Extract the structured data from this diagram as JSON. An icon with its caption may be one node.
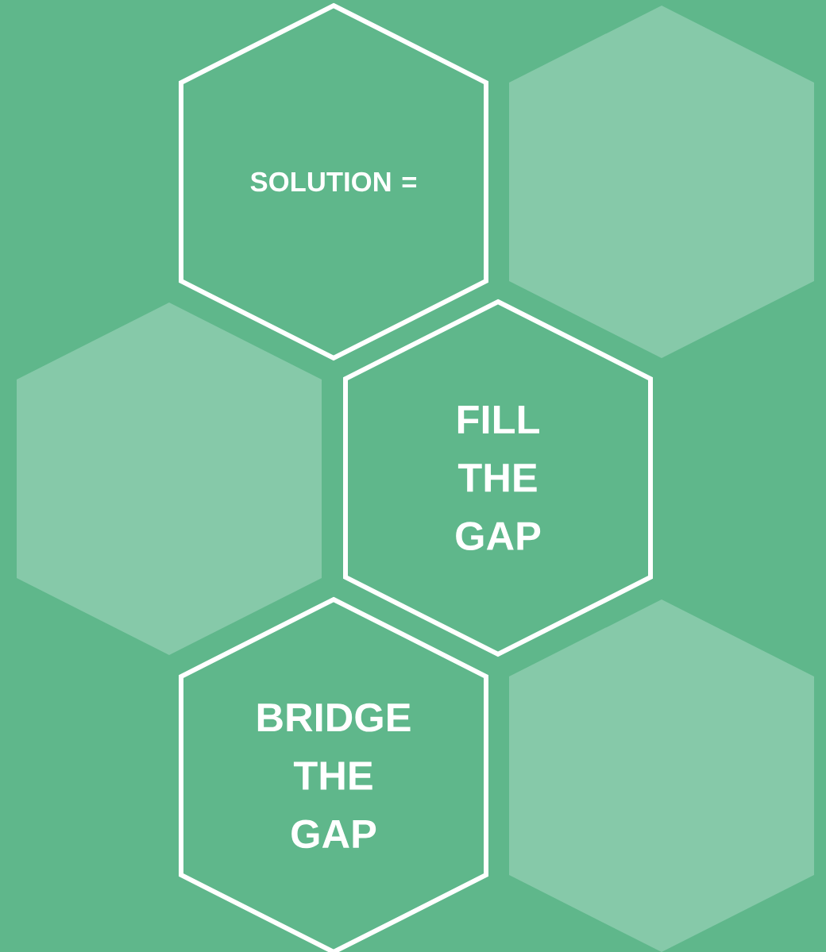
{
  "diagram": {
    "nodes": [
      {
        "text": [
          "SOLUTION ="
        ]
      },
      {
        "text": [],
        "shape": "hexagon"
      },
      {
        "text": [],
        "shape": "hexagon"
      },
      {
        "text": [
          "FILL THE GAP"
        ]
      },
      {
        "text": [
          "BRIDGE THE GAP"
        ]
      },
      {
        "text": [],
        "shape": "hexagon"
      }
    ]
  }
}
